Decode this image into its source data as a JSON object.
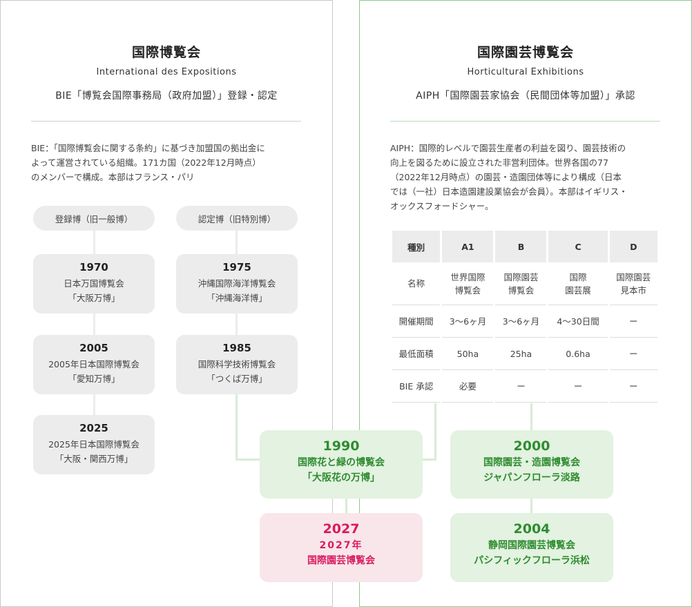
{
  "left": {
    "title_jp": "国際博覧会",
    "title_en": "International des Expositions",
    "org": "BIE「博覧会国際事務局（政府加盟）」登録・認定",
    "desc": [
      "BIE：「国際博覧会に関する条約」に基づき加盟国の拠出金に",
      "よって運営されている組織。171カ国（2022年12月時点）",
      "のメンバーで構成。本部はフランス・パリ"
    ],
    "col1": {
      "label": "登録博（旧一般博）",
      "items": [
        {
          "year": "1970",
          "name": "日本万国博覧会",
          "nick": "「大阪万博」"
        },
        {
          "year": "2005",
          "name": "2005年日本国際博覧会",
          "nick": "「愛知万博」"
        },
        {
          "year": "2025",
          "name": "2025年日本国際博覧会",
          "nick": "「大阪・関西万博」"
        }
      ]
    },
    "col2": {
      "label": "認定博（旧特別博）",
      "items": [
        {
          "year": "1975",
          "name": "沖縄国際海洋博覧会",
          "nick": "「沖縄海洋博」"
        },
        {
          "year": "1985",
          "name": "国際科学技術博覧会",
          "nick": "「つくば万博」"
        }
      ]
    }
  },
  "right": {
    "title_jp": "国際園芸博覧会",
    "title_en": "Horticultural Exhibitions",
    "org": "AIPH「国際園芸家協会（民間団体等加盟）」承認",
    "desc": [
      "AIPH：国際的レベルで園芸生産者の利益を図り、園芸技術の",
      "向上を図るために設立された非営利団体。世界各国の77",
      "（2022年12月時点）の園芸・造園団体等により構成（日本",
      "では（一社）日本造園建設業協会が会員）。本部はイギリス・",
      "オックスフォードシャー。"
    ],
    "table": {
      "headers": [
        "種別",
        "A1",
        "B",
        "C",
        "D"
      ],
      "name_row": {
        "label": "名称",
        "cells": [
          [
            "世界国際",
            "博覧会"
          ],
          [
            "国際園芸",
            "博覧会"
          ],
          [
            "国際",
            "園芸展"
          ],
          [
            "国際園芸",
            "見本市"
          ]
        ]
      },
      "rows": [
        {
          "label": "開催期間",
          "cells": [
            "3〜6ヶ月",
            "3〜6ヶ月",
            "4〜30日間",
            "ー"
          ]
        },
        {
          "label": "最低面積",
          "cells": [
            "50ha",
            "25ha",
            "0.6ha",
            "ー"
          ]
        },
        {
          "label": "BIE 承認",
          "cells": [
            "必要",
            "ー",
            "ー",
            "ー"
          ]
        }
      ]
    }
  },
  "expos": {
    "e1990": {
      "year": "1990",
      "line1": "国際花と緑の博覧会",
      "line2": "「大阪花の万博」"
    },
    "e2000": {
      "year": "2000",
      "line1": "国際園芸・造園博覧会",
      "line2": "ジャパンフローラ淡路"
    },
    "e2027": {
      "year": "2027",
      "line1": "2027年",
      "line2": "国際園芸博覧会"
    },
    "e2004": {
      "year": "2004",
      "line1": "静岡国際園芸博覧会",
      "line2": "パシフィックフローラ浜松"
    }
  },
  "colors": {
    "green": "#2f8c2f",
    "green_bg": "#e3f2e1",
    "pink": "#d81b60",
    "pink_bg": "#f9e6ea",
    "gray_bg": "#ececec"
  }
}
